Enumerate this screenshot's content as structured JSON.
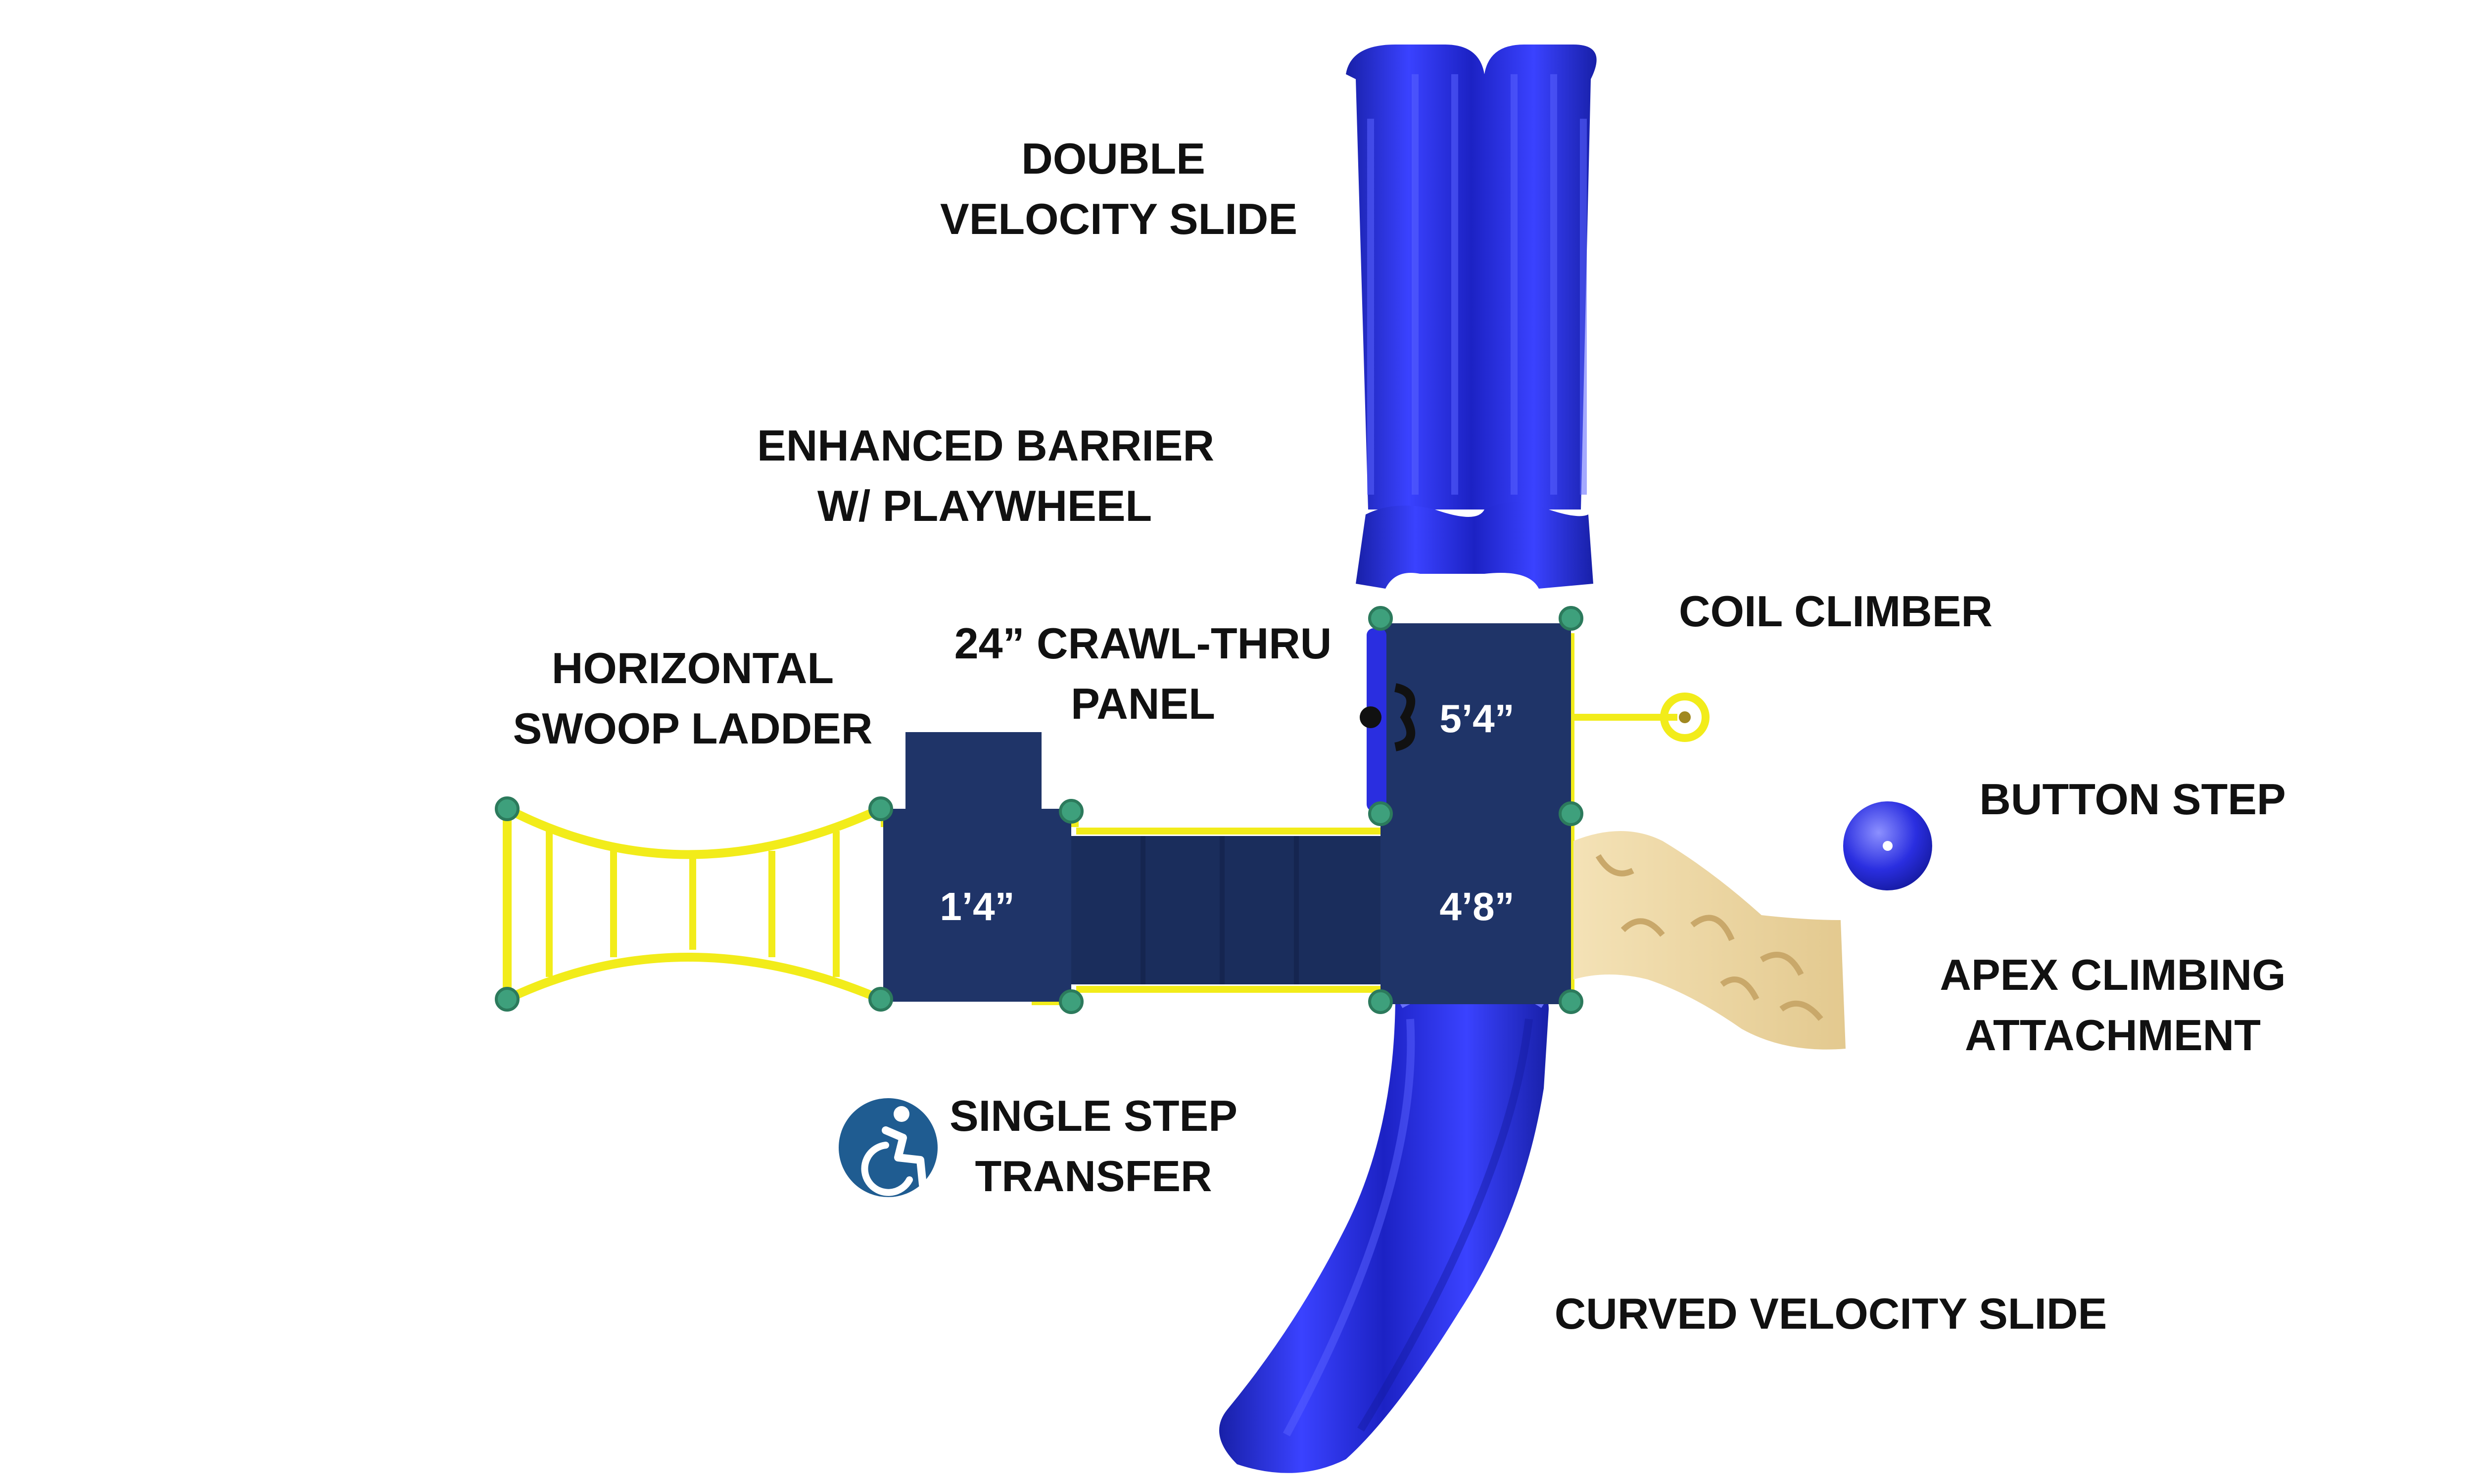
{
  "labels": {
    "double_velocity_slide": [
      "DOUBLE",
      "VELOCITY SLIDE"
    ],
    "enhanced_barrier": [
      "ENHANCED BARRIER",
      "W/ PLAYWHEEL"
    ],
    "crawl_thru_panel": [
      "24” CRAWL-THRU",
      "PANEL"
    ],
    "horizontal_swoop_ladder": [
      "HORIZONTAL",
      "SWOOP LADDER"
    ],
    "coil_climber": "COIL CLIMBER",
    "button_step": "BUTTON STEP",
    "apex_climbing_attachment": [
      "APEX CLIMBING",
      "ATTACHMENT"
    ],
    "single_step_transfer": [
      "SINGLE STEP",
      "TRANSFER"
    ],
    "curved_velocity_slide": "CURVED VELOCITY SLIDE"
  },
  "deck_heights": {
    "left_deck": "1’4”",
    "top_deck": "5’4”",
    "center_deck": "4’8”"
  },
  "icons": {
    "accessibility": "wheelchair-accessibility-icon"
  },
  "colors": {
    "slide_blue": "#2a2ee0",
    "deck_navy": "#1f3468",
    "rail_yellow": "#f2ec1a",
    "clamp_green": "#3ea07c",
    "climber_tan": "#efd9a6",
    "access_icon_blue": "#1f5c91"
  }
}
